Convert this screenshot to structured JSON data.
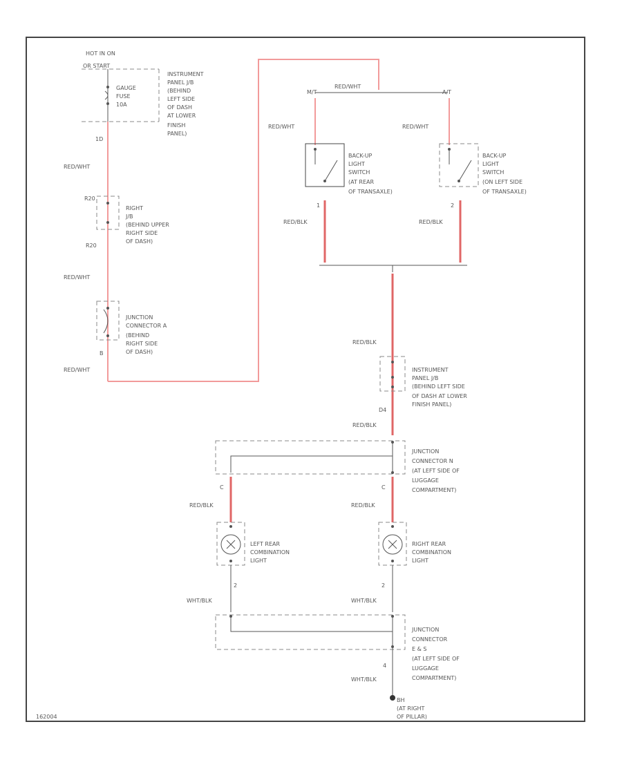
{
  "top": {
    "hot_label_1": "HOT IN ON",
    "hot_label_2": "OR START",
    "fuse_l1": "GAUGE",
    "fuse_l2": "FUSE",
    "fuse_l3": "10A",
    "ip_jb_left": [
      "INSTRUMENT",
      "PANEL J/B",
      "(BEHIND",
      "LEFT SIDE",
      "OF DASH",
      "AT LOWER",
      "FINISH",
      "PANEL)"
    ],
    "pin_top": "1D"
  },
  "left_column": {
    "wire1": "RED/WHT",
    "pin_right_jb_top": "R20",
    "right_jb": [
      "RIGHT",
      "J/B",
      "(BEHIND UPPER",
      "RIGHT SIDE",
      "OF DASH)"
    ],
    "pin_right_jb_bot": "R20",
    "wire2": "RED/WHT",
    "junction_a": [
      "JUNCTION",
      "CONNECTOR A",
      "(BEHIND",
      "RIGHT SIDE",
      "OF DASH)"
    ],
    "pin_jc_a": "B",
    "wire3": "RED/WHT"
  },
  "switches": {
    "top_wire": "RED/WHT",
    "mt_label": "M/T",
    "at_label": "A/T",
    "left_wire": "RED/WHT",
    "right_wire": "RED/WHT",
    "mt_switch": [
      "BACK-UP",
      "LIGHT",
      "SWITCH",
      "(AT REAR",
      "OF TRANSAXLE)"
    ],
    "at_switch": [
      "BACK-UP",
      "LIGHT",
      "SWITCH",
      "(ON LEFT SIDE",
      "OF TRANSAXLE)"
    ],
    "pin_left": "1",
    "pin_right": "2",
    "left_bottom_wire": "RED/BLK",
    "right_bottom_wire": "RED/BLK"
  },
  "center": {
    "wire_a": "RED/BLK",
    "ip_jb": [
      "INSTRUMENT",
      "PANEL J/B",
      "(BEHIND LEFT SIDE",
      "OF DASH AT LOWER",
      "FINISH PANEL)"
    ],
    "pin_d4": "D4",
    "wire_b": "RED/BLK",
    "junction_n": [
      "JUNCTION",
      "CONNECTOR N",
      "(AT LEFT SIDE OF",
      "LUGGAGE",
      "COMPARTMENT)"
    ],
    "pin_left_c": "C",
    "pin_right_c": "C",
    "wire_left_lamp": "RED/BLK",
    "wire_right_lamp": "RED/BLK",
    "left_lamp": [
      "LEFT REAR",
      "COMBINATION",
      "LIGHT"
    ],
    "right_lamp": [
      "RIGHT REAR",
      "COMBINATION",
      "LIGHT"
    ],
    "pin_left_2": "2",
    "pin_right_2": "2",
    "wire_left_gnd": "WHT/BLK",
    "wire_right_gnd": "WHT/BLK",
    "junction_es": [
      "JUNCTION",
      "CONNECTOR",
      "E & S",
      "(AT LEFT SIDE OF",
      "LUGGAGE",
      "COMPARTMENT)"
    ],
    "pin_4": "4",
    "wire_gnd": "WHT/BLK",
    "ground": [
      "BH",
      "(AT RIGHT",
      "OF PILLAR)"
    ]
  },
  "footer": {
    "fig_id": "162004"
  },
  "colors": {
    "power_wire": "#f29a9a",
    "signal_wire": "#e06666",
    "ground_wire": "#555555",
    "frame": "#444444"
  }
}
